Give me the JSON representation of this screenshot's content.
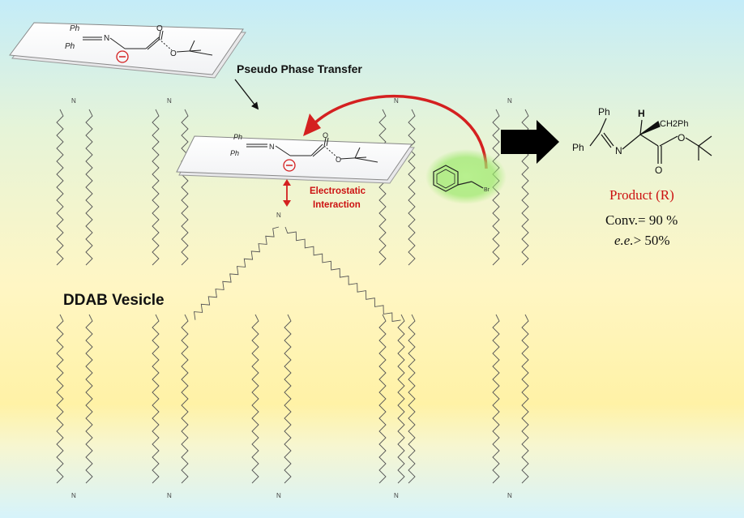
{
  "labels": {
    "pseudo_phase_transfer": "Pseudo Phase Transfer",
    "electrostatic_line1": "Electrostatic",
    "electrostatic_line2": "Interaction",
    "vesicle": "DDAB Vesicle",
    "product_title": "Product (R)",
    "conversion": "Conv.= 90 %",
    "ee_italic": "e.e.",
    "ee_value": "> 50%"
  },
  "chem": {
    "ph": "Ph",
    "n": "N",
    "o": "O",
    "h": "H",
    "ch2ph": "CH2Ph",
    "br": "Br",
    "minus": "−"
  },
  "colors": {
    "red_arrow": "#d42020",
    "text_red": "#cc1111",
    "glow": "#8fe060",
    "bg_top": "#c4ecf8",
    "bg_mid": "#fff4b0",
    "bg_bottom": "#d8f4fb"
  }
}
